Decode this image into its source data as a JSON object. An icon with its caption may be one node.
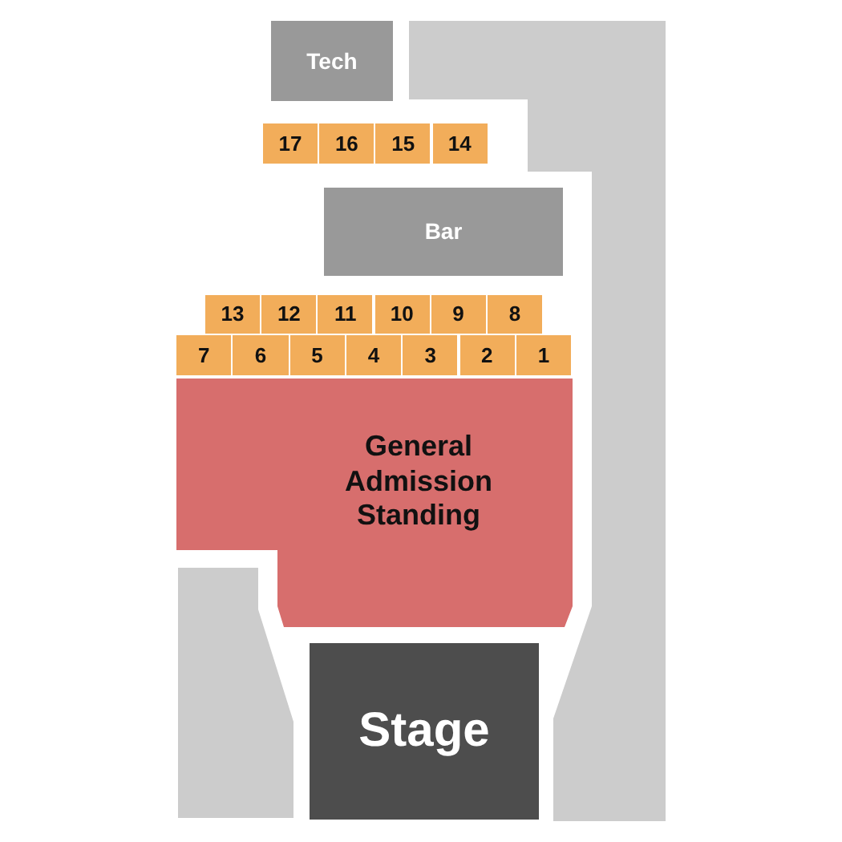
{
  "diagram": {
    "nodes": [
      {
        "text": [
          "Tech"
        ]
      },
      {
        "text": [
          "17"
        ]
      },
      {
        "text": [
          "16"
        ]
      },
      {
        "text": [
          "15"
        ]
      },
      {
        "text": [
          "14"
        ]
      },
      {
        "text": [
          "Bar"
        ]
      },
      {
        "text": [
          "13"
        ]
      },
      {
        "text": [
          "12"
        ]
      },
      {
        "text": [
          "11"
        ]
      },
      {
        "text": [
          "10"
        ]
      },
      {
        "text": [
          "9"
        ]
      },
      {
        "text": [
          "8"
        ]
      },
      {
        "text": [
          "7"
        ]
      },
      {
        "text": [
          "6"
        ]
      },
      {
        "text": [
          "5"
        ]
      },
      {
        "text": [
          "4"
        ]
      },
      {
        "text": [
          "3"
        ]
      },
      {
        "text": [
          "2"
        ]
      },
      {
        "text": [
          "1"
        ]
      },
      {
        "text": [
          "General Admission Standing"
        ]
      },
      {
        "text": [
          "Stage"
        ]
      }
    ]
  }
}
